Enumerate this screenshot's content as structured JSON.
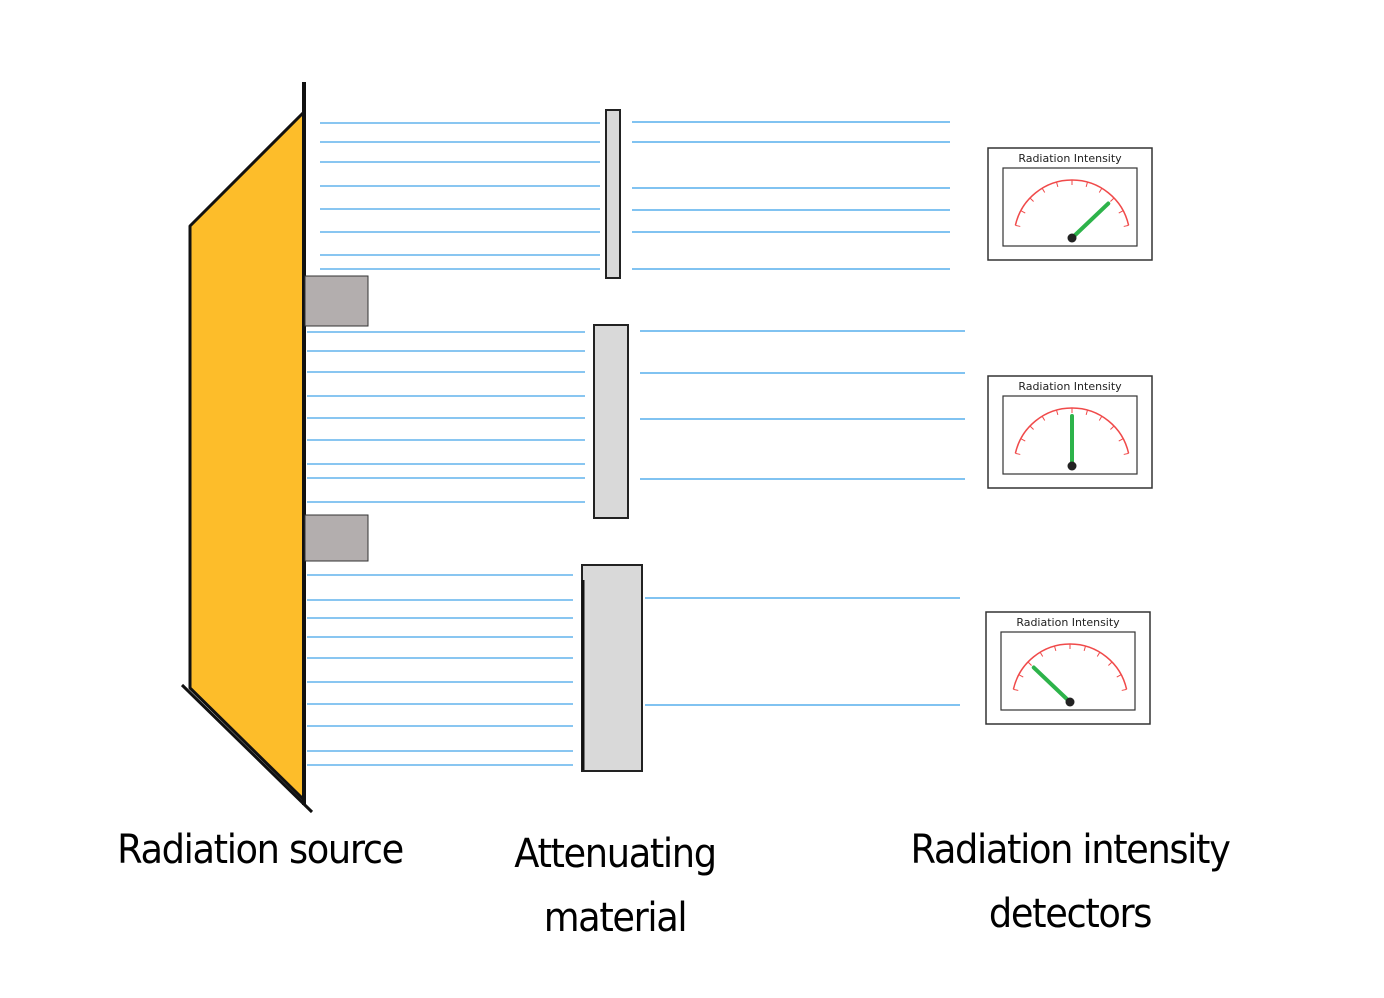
{
  "labels": {
    "source": "Radiation source",
    "attenuator_line1": "Attenuating",
    "attenuator_line2": "material",
    "detectors_line1": "Radiation intensity",
    "detectors_line2": "detectors"
  },
  "colors": {
    "source_fill": "#FDBD2A",
    "beam": "#6BB8EE",
    "attenuator_fill": "#D9D9D9",
    "collimator_fill": "#B3AEAE",
    "gauge_scale": "#F04A4A",
    "gauge_needle": "#2DB34A",
    "outline": "#111111"
  },
  "detectors": [
    {
      "title": "Radiation Intensity",
      "reading_fraction": 0.8,
      "beams_in": 6
    },
    {
      "title": "Radiation Intensity",
      "reading_fraction": 0.5,
      "beams_in": 4
    },
    {
      "title": "Radiation Intensity",
      "reading_fraction": 0.2,
      "beams_in": 2
    }
  ],
  "attenuators": [
    {
      "thickness": "thin"
    },
    {
      "thickness": "medium"
    },
    {
      "thickness": "thick"
    }
  ]
}
